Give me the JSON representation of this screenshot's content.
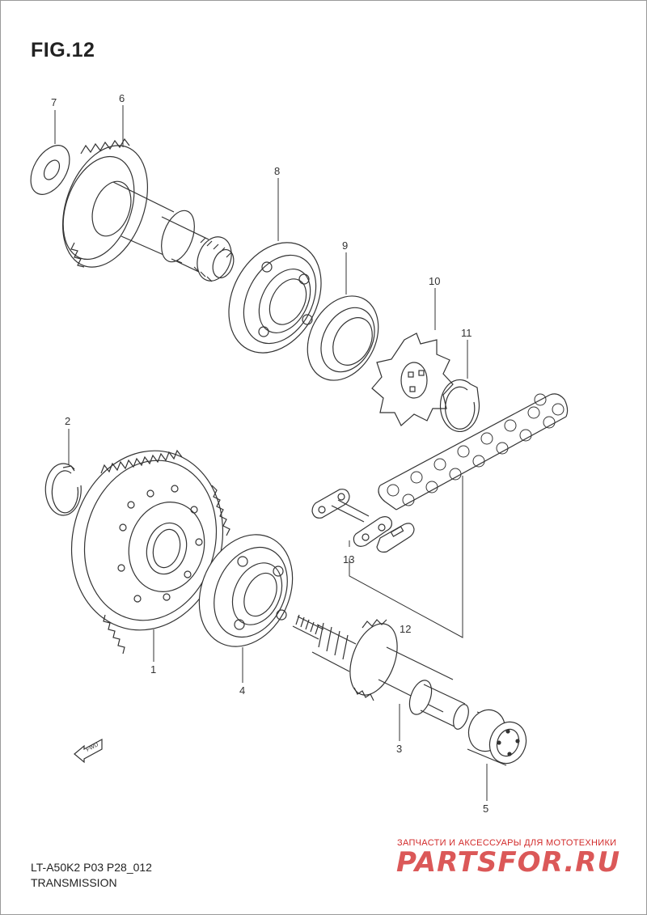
{
  "figure": {
    "title": "FIG.12",
    "code": "LT-A50K2 P03 P28_012",
    "section": "TRANSMISSION"
  },
  "direction_marker": "FWD",
  "callouts": [
    "1",
    "2",
    "3",
    "4",
    "5",
    "6",
    "7",
    "8",
    "9",
    "10",
    "11",
    "12",
    "13"
  ],
  "watermark": {
    "tagline": "ЗАПЧАСТИ И АКСЕССУАРЫ ДЛЯ МОТОТЕХНИКИ",
    "brand": "PARTSFOR.RU"
  }
}
